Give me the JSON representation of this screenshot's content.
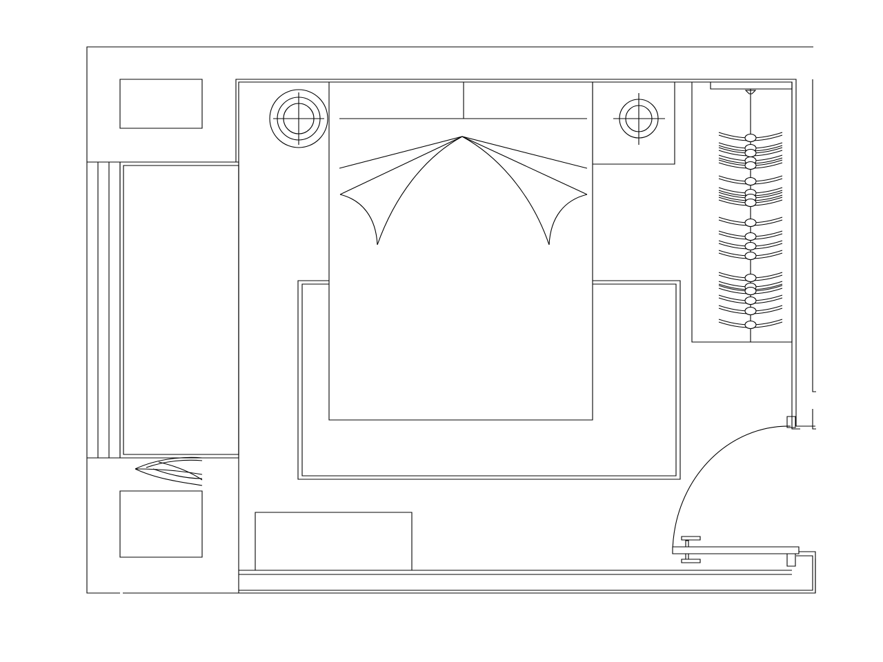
{
  "drawing": {
    "type": "bedroom floor plan",
    "labels": [],
    "colors": {
      "line": "#000000",
      "background": "#ffffff"
    }
  },
  "furniture": {
    "bed": {
      "pillows": 2
    },
    "nightstands": 2,
    "wardrobe": {
      "hangers": 19
    }
  }
}
